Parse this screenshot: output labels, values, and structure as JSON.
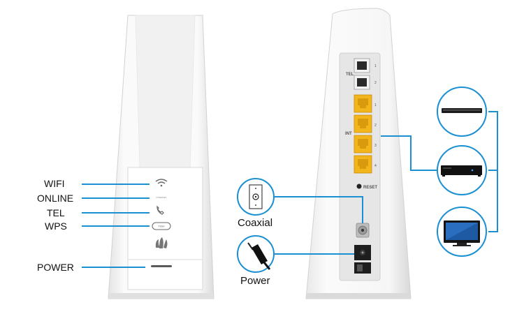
{
  "front_labels": {
    "wifi": "WIFI",
    "online": "ONLINE",
    "tel": "TEL",
    "wps": "WPS",
    "power": "POWER"
  },
  "back_labels": {
    "tel": "TEL",
    "int": "INT",
    "reset": "RESET",
    "port_numbers": [
      "1",
      "2",
      "1",
      "2",
      "3",
      "4"
    ]
  },
  "callouts": {
    "coaxial": "Coaxial",
    "power": "Power"
  },
  "colors": {
    "line": "#1a8fd1",
    "port_yellow": "#f2b51c",
    "body": "#f4f4f4"
  },
  "devices": [
    "soundbar-icon",
    "set-top-box-icon",
    "tv-icon"
  ]
}
